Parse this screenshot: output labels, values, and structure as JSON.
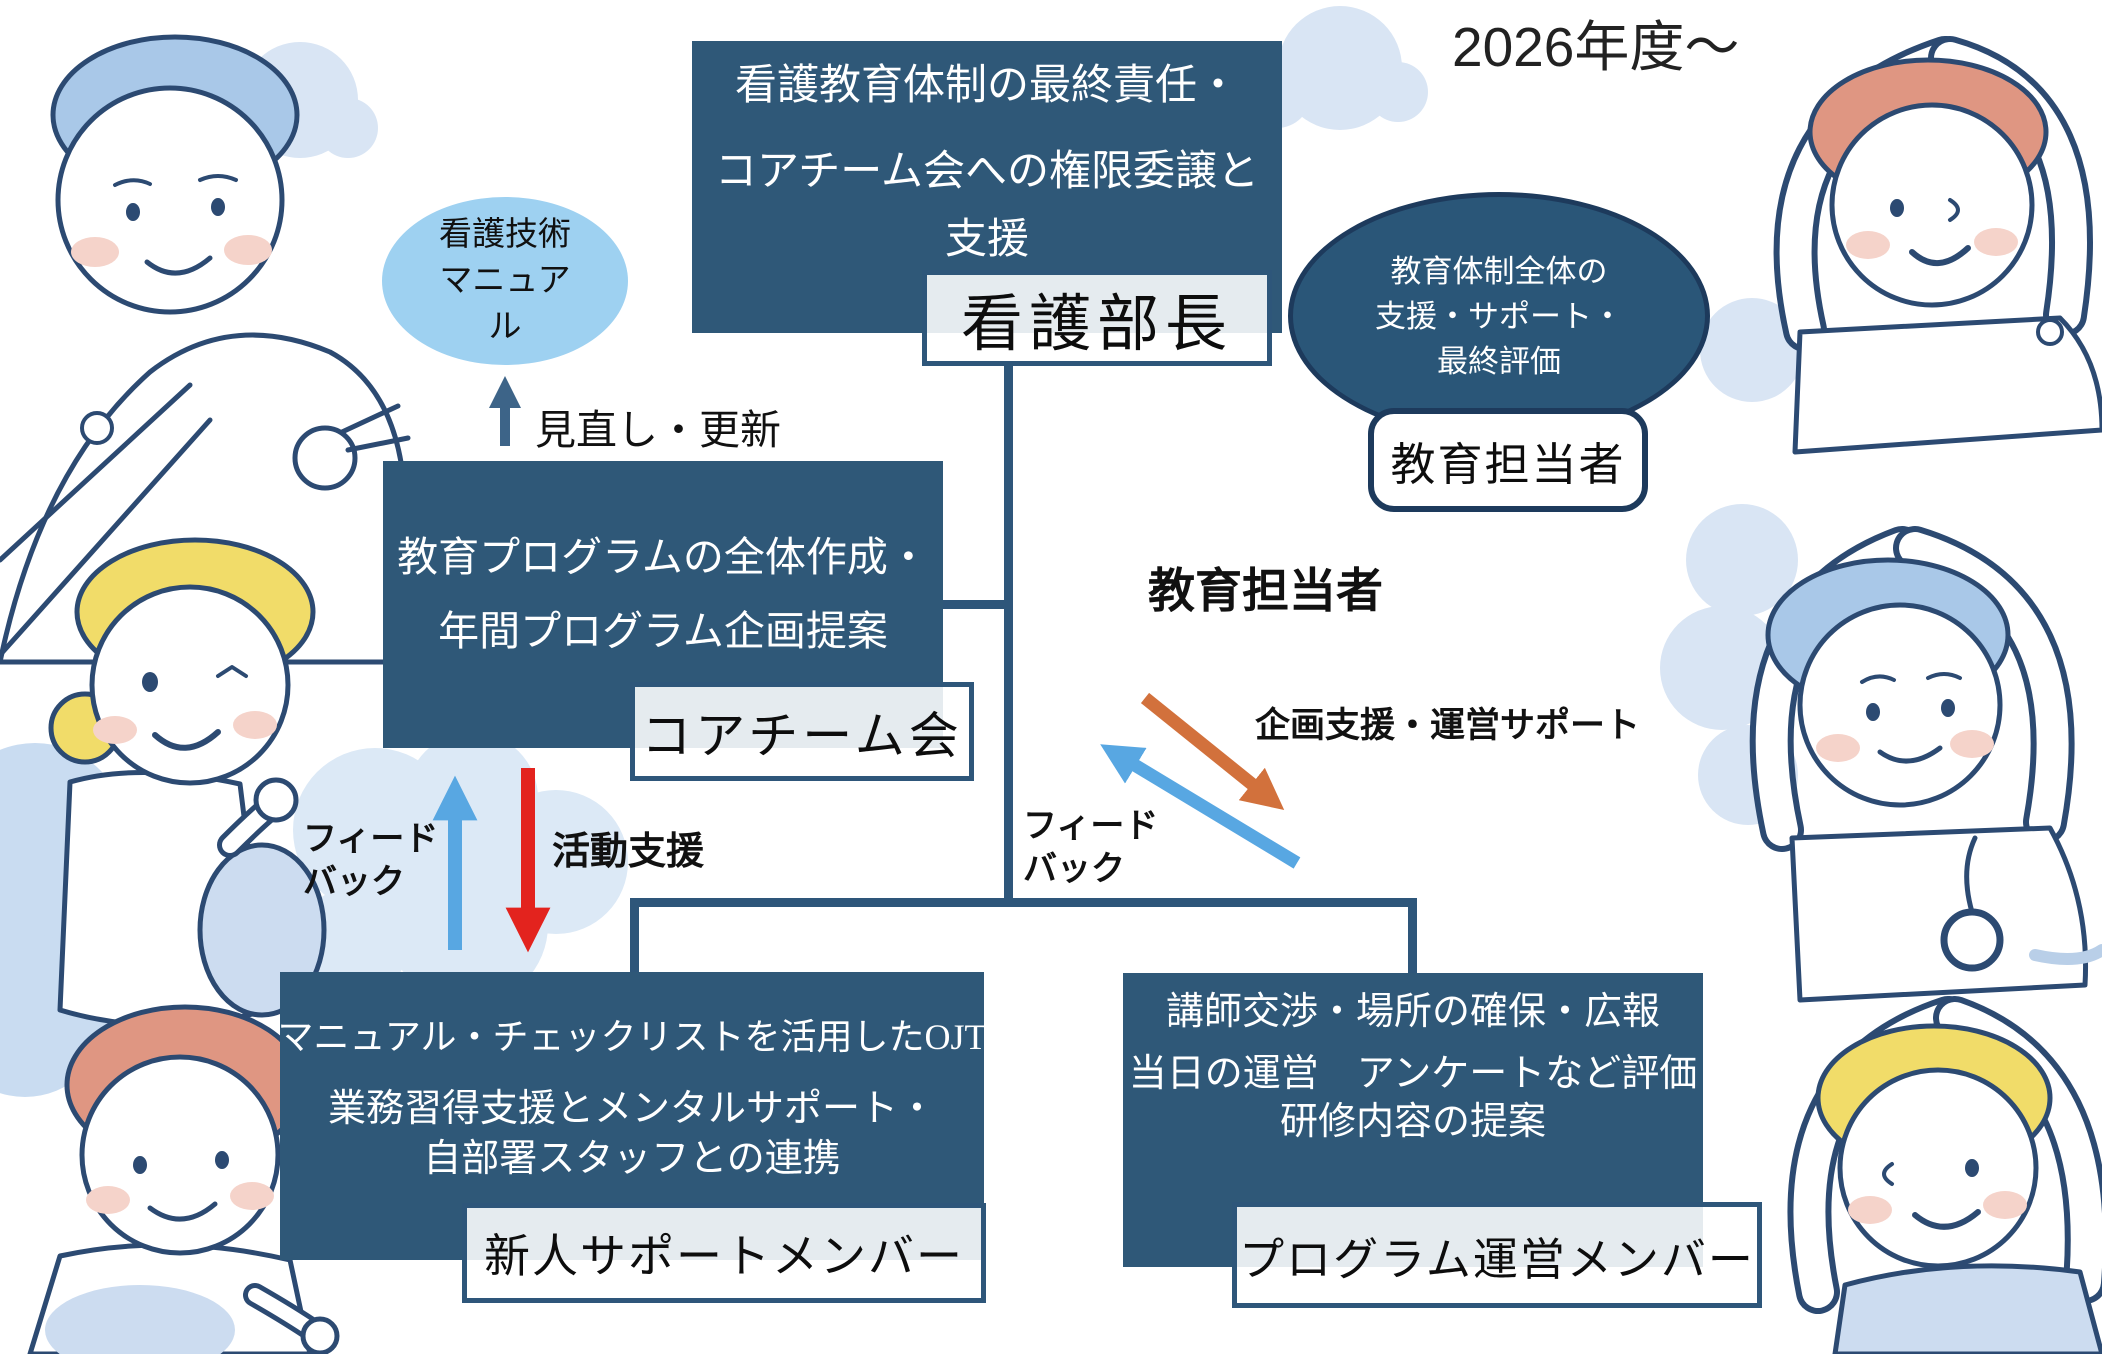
{
  "year_note": "2026年度～",
  "director": {
    "line1": "看護教育体制の最終責任・",
    "line2": "コアチーム会への権限委譲と",
    "line3": "支援",
    "label": "看護部長"
  },
  "educator_bubble": {
    "line1": "教育体制全体の",
    "line2": "支援・サポート・",
    "line3": "最終評価",
    "label": "教育担当者"
  },
  "manual": {
    "line1": "看護技術",
    "line2": "マニュア",
    "line3": "ル"
  },
  "review_arrow_label": "見直し・更新",
  "core_team": {
    "line1": "教育プログラムの全体作成・",
    "line2": "年間プログラム企画提案",
    "label": "コアチーム会"
  },
  "educator_center": "教育担当者",
  "plan_support_label": "企画支援・運営サポート",
  "feedback_right": {
    "line1": "フィード",
    "line2": "バック"
  },
  "feedback_left": {
    "line1": "フィード",
    "line2": "バック"
  },
  "activity_support_label": "活動支援",
  "newcomer": {
    "line1": "マニュアル・チェックリストを活用したOJT",
    "line2": "業務習得支援とメンタルサポート・",
    "line3": "自部署スタッフとの連携",
    "label": "新人サポートメンバー"
  },
  "program": {
    "line1": "講師交渉・場所の確保・広報",
    "line2": "当日の運営　アンケートなど評価",
    "line3": "研修内容の提案",
    "label": "プログラム運営メンバー"
  },
  "colors": {
    "box_fill": "#2f5878",
    "bubble_fill": "#2a5678",
    "bubble_border": "#1d3a5c",
    "connector": "#2e567a",
    "manual_fill": "#9ed1f1",
    "red_arrow": "#e3231e",
    "blue_arrow": "#58a7e2",
    "orange_arrow": "#d2713c",
    "review_arrow": "#3d6488",
    "illustration_outline": "#2c4a72",
    "hair_blue": "#a9c8e8",
    "hair_yellow": "#f1dc69",
    "hair_salmon": "#df9682",
    "blush": "#f5d3ca",
    "cloud": "#d9e5f4"
  },
  "icons": {
    "review_arrow": "up-arrow",
    "activity_arrow": "down-arrow",
    "feedback_left_arrow": "up-arrow",
    "plan_support_arrow": "down-right-arrow",
    "feedback_right_arrow": "up-left-arrow"
  }
}
